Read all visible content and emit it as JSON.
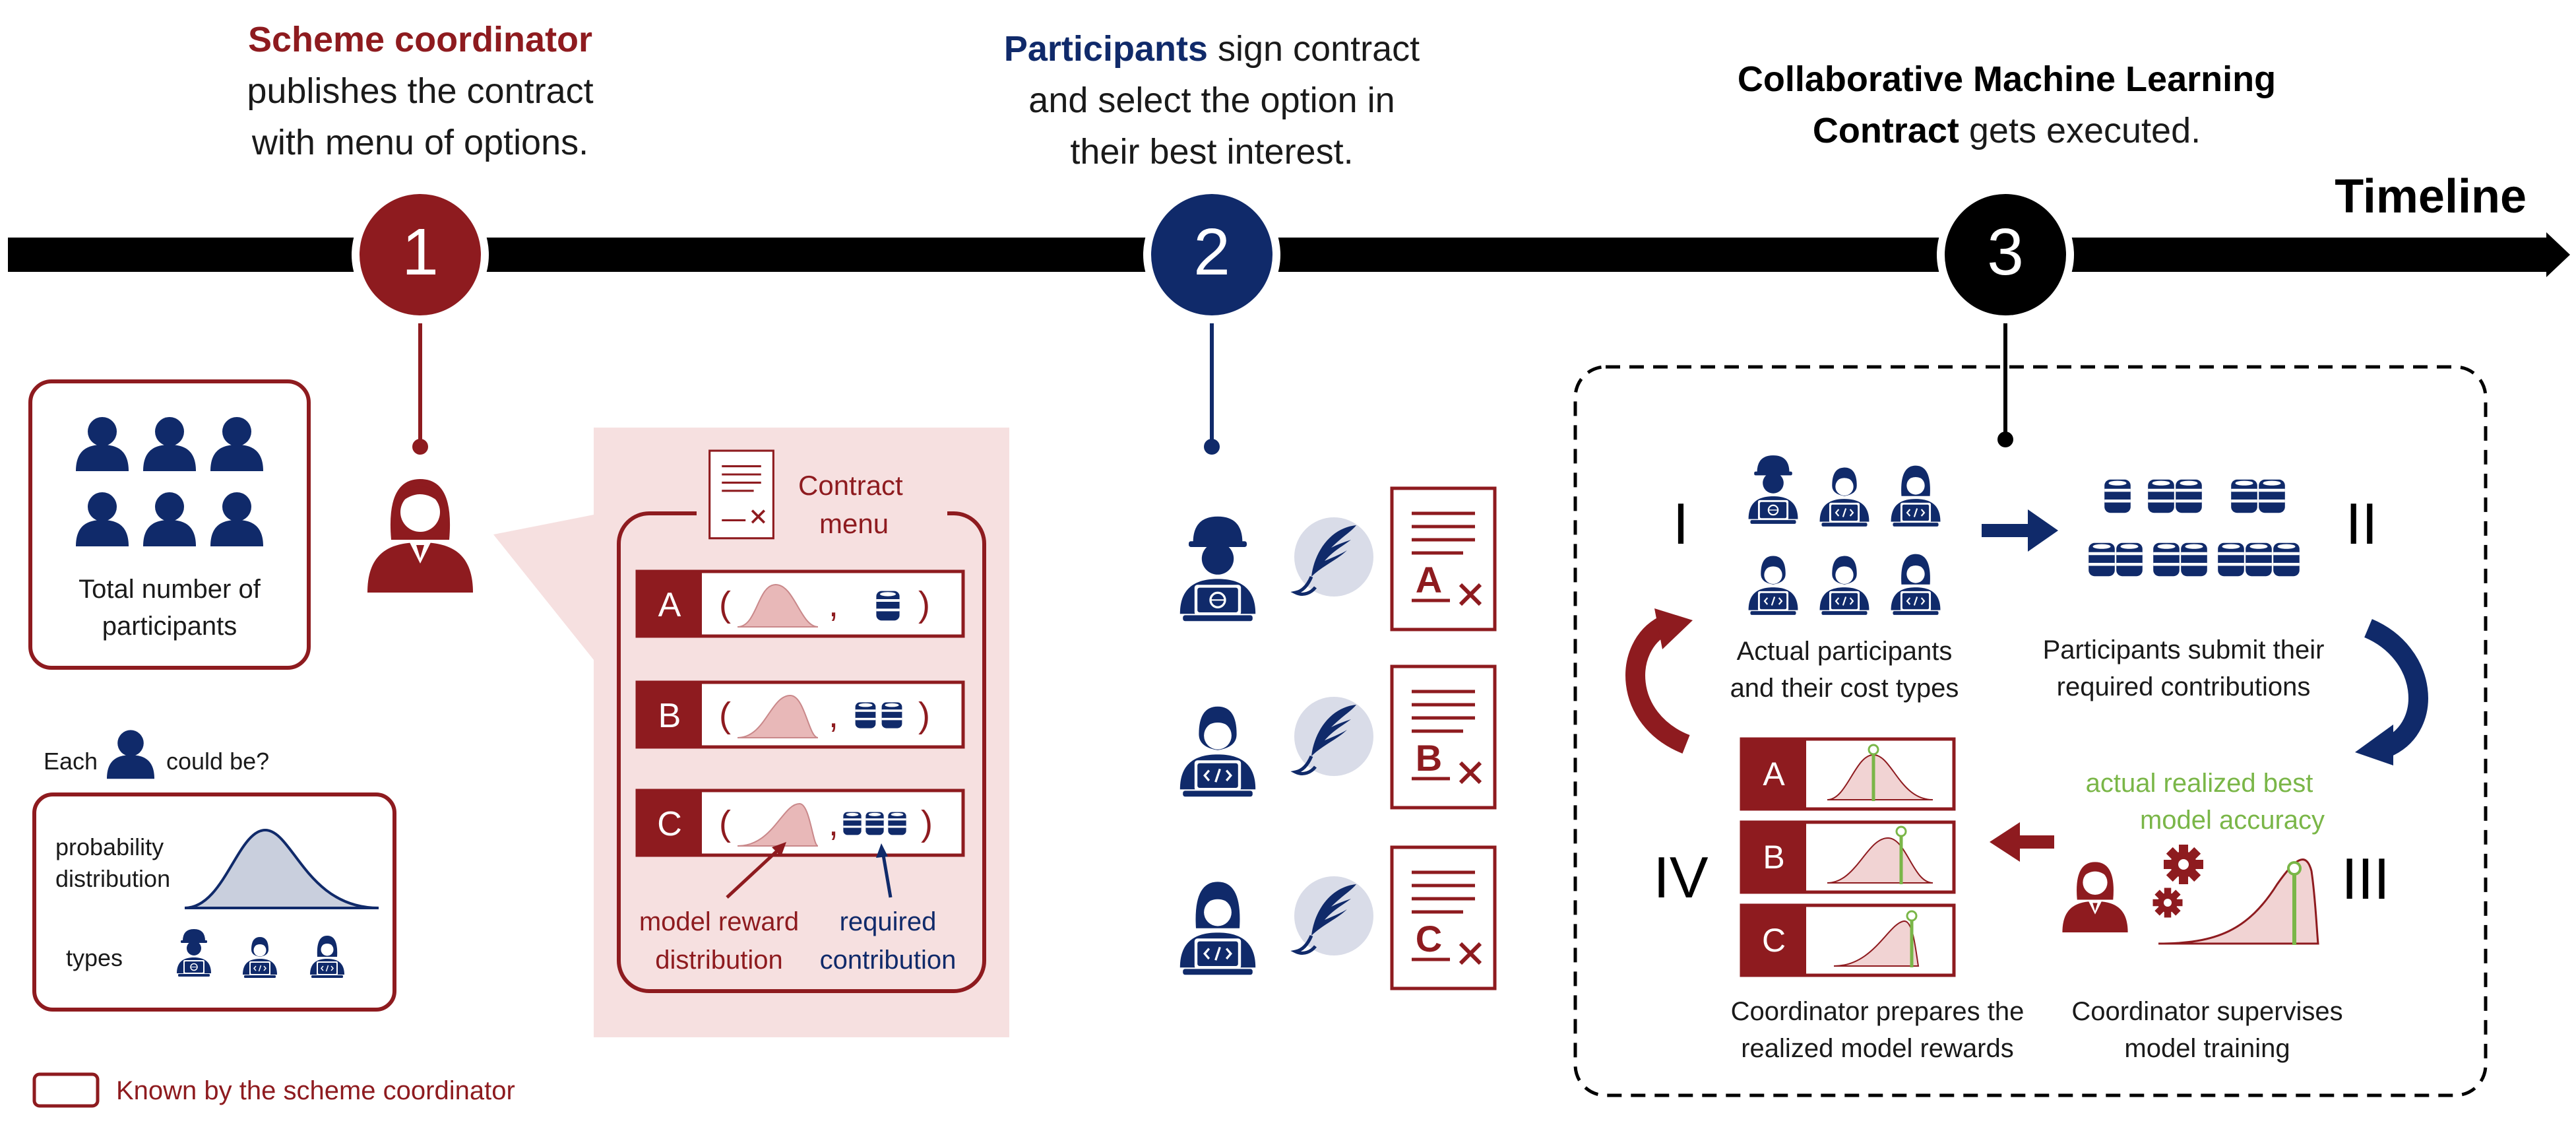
{
  "colors": {
    "red": "#8e1b1f",
    "navy": "#102a6a",
    "black": "#000000",
    "green": "#7ab648",
    "pink": "#f6e0e0",
    "curve": "#e8b8b8"
  },
  "timeline": {
    "label": "Timeline"
  },
  "step1": {
    "number": "1",
    "heading_bold": "Scheme coordinator",
    "line2": "publishes the contract",
    "line3": "with menu of options."
  },
  "step2": {
    "number": "2",
    "heading_bold": "Participants",
    "heading_rest": " sign contract",
    "line2": "and select the option in",
    "line3": "their best interest."
  },
  "step3": {
    "number": "3",
    "line1": "Collaborative Machine Learning",
    "line2_bold": "Contract",
    "line2_rest": " gets executed."
  },
  "left": {
    "total_line1": "Total number of",
    "total_line2": "participants",
    "each_prefix": "Each",
    "each_suffix": "could be?",
    "prob_line1": "probability",
    "prob_line2": "distribution",
    "types": "types",
    "legend": "Known by the scheme coordinator"
  },
  "menu": {
    "title_line1": "Contract",
    "title_line2": "menu",
    "options": [
      "A",
      "B",
      "C"
    ],
    "paren_open": "(",
    "comma": ",",
    "paren_close": ")",
    "annot_reward_1": "model reward",
    "annot_reward_2": "distribution",
    "annot_contrib_1": "required",
    "annot_contrib_2": "contribution"
  },
  "contracts": [
    "A",
    "B",
    "C"
  ],
  "cycle": {
    "roman1": "I",
    "roman2": "II",
    "roman3": "III",
    "roman4": "IV",
    "s1_line1": "Actual participants",
    "s1_line2": "and their cost types",
    "s2_line1": "Participants submit their",
    "s2_line2": "required contributions",
    "s3_line1": "Coordinator supervises",
    "s3_line2": "model training",
    "s3_green1": "actual realized best",
    "s3_green2": "model accuracy",
    "s4_line1": "Coordinator prepares the",
    "s4_line2": "realized model rewards",
    "reward_options": [
      "A",
      "B",
      "C"
    ]
  }
}
